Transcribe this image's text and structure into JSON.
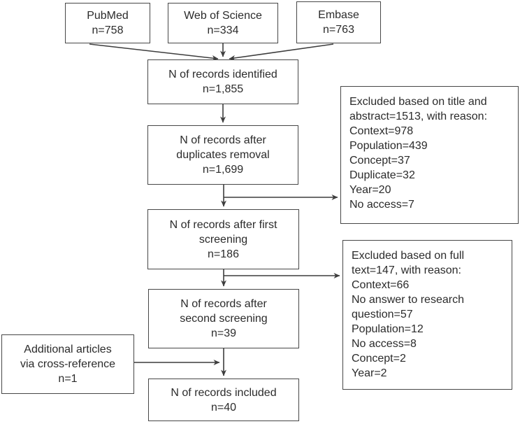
{
  "boxes": {
    "pubmed": {
      "lines": [
        "PubMed",
        "n=758"
      ]
    },
    "web_of_science": {
      "lines": [
        "Web of Science",
        "n=334"
      ]
    },
    "embase": {
      "lines": [
        "Embase",
        "n=763"
      ]
    },
    "identified": {
      "lines": [
        "N of records identified",
        "n=1,855"
      ]
    },
    "duplicates_removed": {
      "lines": [
        "N of records after",
        "duplicates removal",
        "n=1,699"
      ]
    },
    "first_screening": {
      "lines": [
        "N of records after first",
        "screening",
        "n=186"
      ]
    },
    "second_screening": {
      "lines": [
        "N of records after",
        "second screening",
        "n=39"
      ]
    },
    "included": {
      "lines": [
        "N of records included",
        "n=40"
      ]
    },
    "additional": {
      "lines": [
        "Additional articles",
        "via cross-reference",
        "n=1"
      ]
    },
    "excluded_title_abstract": {
      "lines": [
        "Excluded based on title and",
        "abstract=1513, with reason:",
        "Context=978",
        "Population=439",
        "Concept=37",
        "Duplicate=32",
        "Year=20",
        "No access=7"
      ]
    },
    "excluded_full_text": {
      "lines": [
        "Excluded based on full",
        "text=147, with reason:",
        "Context=66",
        "No answer to research",
        "question=57",
        "Population=12",
        "No access=8",
        "Concept=2",
        "Year=2"
      ]
    }
  },
  "colors": {
    "line": "#3d3d3d",
    "text": "#2b2b2b",
    "background": "#ffffff"
  }
}
